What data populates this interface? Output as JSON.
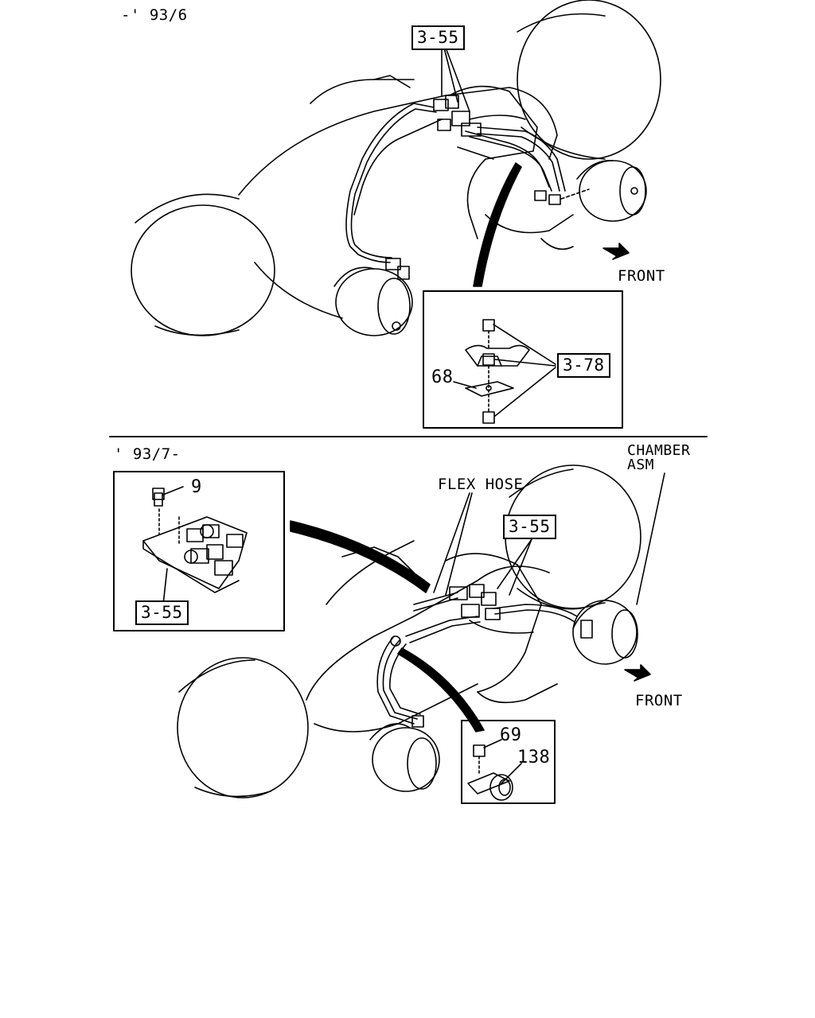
{
  "top_section": {
    "date_label": "-' 93/6",
    "callout_valve": "3-55",
    "callout_bracket": "3-78",
    "part_plate": "68",
    "front_label": "FRONT"
  },
  "bottom_section": {
    "date_label": "' 93/7-",
    "chamber_label_line1": "CHAMBER",
    "chamber_label_line2": "ASM",
    "flex_hose_label": "FLEX HOSE",
    "callout_valve": "3-55",
    "inset_callout_valve": "3-55",
    "part_bolt": "9",
    "part_bolt_clip": "69",
    "part_clip": "138",
    "front_label": "FRONT"
  },
  "colors": {
    "line": "#000000",
    "background": "#ffffff"
  }
}
